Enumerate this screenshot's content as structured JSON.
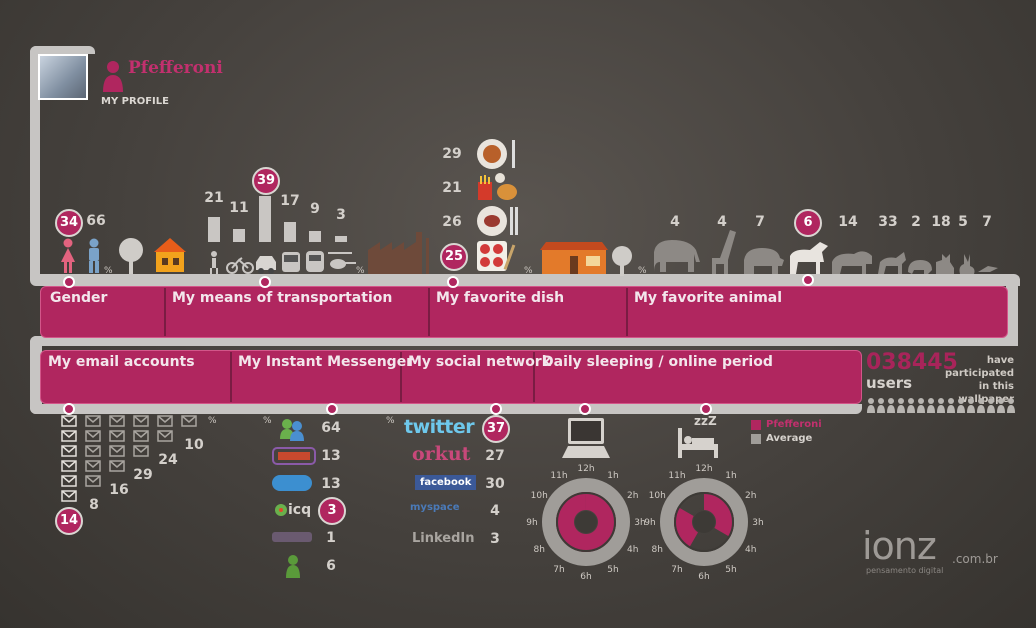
{
  "profile": {
    "username": "Pfefferoni",
    "label": "MY PROFILE"
  },
  "gender": {
    "female_value": "34",
    "male_value": "66",
    "pct": "%",
    "highlight": "34"
  },
  "transport": {
    "values": [
      "21",
      "11",
      "39",
      "17",
      "9",
      "3"
    ],
    "pct": "%",
    "highlight": "39",
    "levels": [
      21,
      11,
      39,
      17,
      9,
      3
    ]
  },
  "dish": {
    "values": [
      "29",
      "21",
      "26",
      "25"
    ],
    "pct": "%",
    "highlight": "25"
  },
  "animal": {
    "values": [
      "4",
      "4",
      "7",
      "6",
      "14",
      "33",
      "2",
      "18",
      "5",
      "7"
    ],
    "highlight": "6"
  },
  "upper_sections": [
    "Gender",
    "My means of transportation",
    "My favorite dish",
    "My favorite animal"
  ],
  "lower_sections": [
    "My email accounts",
    "My Instant Messenger",
    "My social network",
    "Daily sleeping / online period"
  ],
  "users": {
    "count": "038445",
    "label": "users",
    "text": "have participated in this wallpaper"
  },
  "email": {
    "values": [
      "14",
      "8",
      "16",
      "29",
      "24",
      "10"
    ],
    "pct": "%",
    "highlight": "14"
  },
  "im": {
    "values": [
      "64",
      "13",
      "13",
      "3",
      "1",
      "6"
    ],
    "pct": "%",
    "brands": [
      "icq"
    ],
    "highlight": "3"
  },
  "social": {
    "values": [
      "37",
      "27",
      "30",
      "4",
      "3"
    ],
    "pct": "%",
    "brands": [
      "twitter",
      "orkut",
      "facebook",
      "myspace",
      "LinkedIn"
    ],
    "highlight": "37"
  },
  "clock_hours": [
    "12h",
    "1h",
    "2h",
    "3h",
    "4h",
    "5h",
    "6h",
    "7h",
    "8h",
    "9h",
    "10h",
    "11h"
  ],
  "sleep_icon": "zzZ",
  "legend": {
    "user": "Pfefferoni",
    "average": "Average"
  },
  "brand": {
    "name": "ionz",
    ".com.br": ".com.br",
    "tagline": "pensamento digital"
  },
  "colors": {
    "accent": "#b0265f",
    "track": "#c7c5c3",
    "avatar_bg": "#9aa8b8"
  }
}
